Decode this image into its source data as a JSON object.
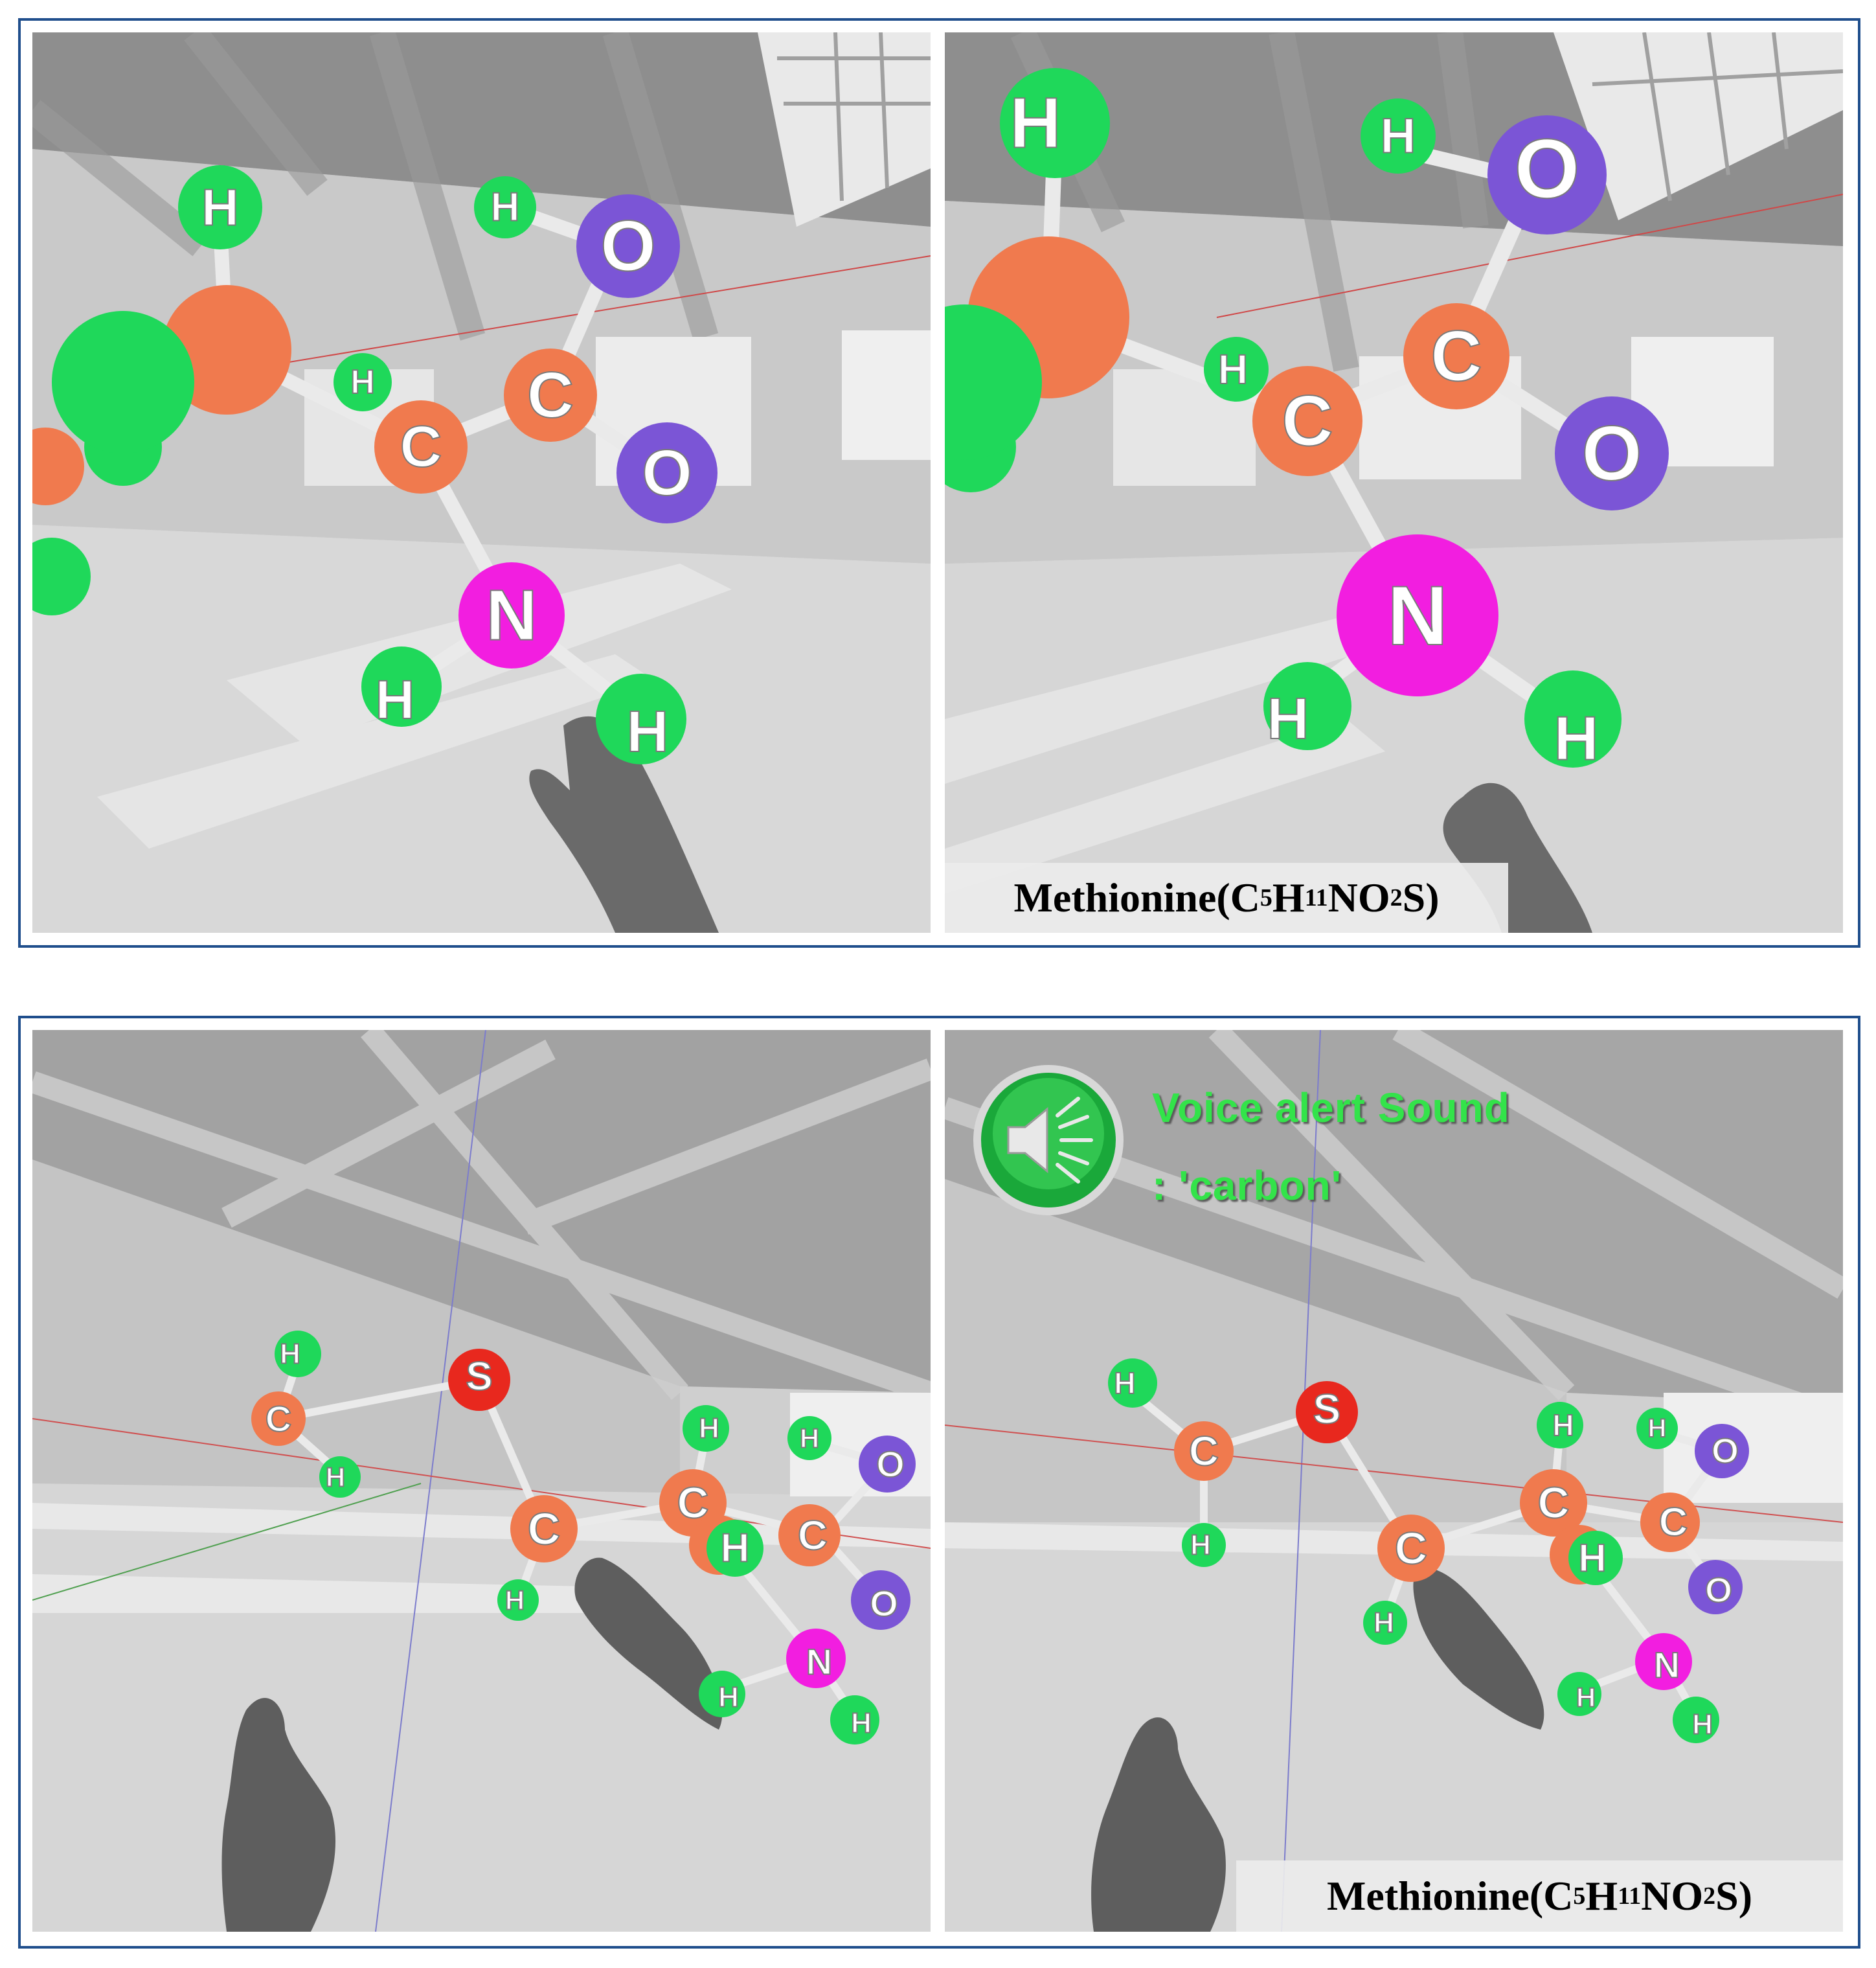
{
  "figure": {
    "caption_text": "Methionine(C5H11NO2S)",
    "caption_parts": {
      "name": "Methionine(C",
      "c_count": "5",
      "h": "H",
      "h_count": "11",
      "n_o": "NO",
      "o_count": "2",
      "s_close": "S)"
    }
  },
  "voice_alert": {
    "line1": "Voice alert Sound",
    "line2": ": 'carbon'",
    "icon": "speaker-icon"
  },
  "colors": {
    "frame_border": "#1f4e8c",
    "hydrogen": "#1fd85a",
    "carbon": "#f07a4e",
    "oxygen": "#7b55d6",
    "nitrogen": "#f21ee0",
    "sulfur": "#e8281e",
    "alert_text": "#33e34a"
  },
  "atoms": {
    "H": "H",
    "C": "C",
    "O": "O",
    "N": "N",
    "S": "S"
  }
}
